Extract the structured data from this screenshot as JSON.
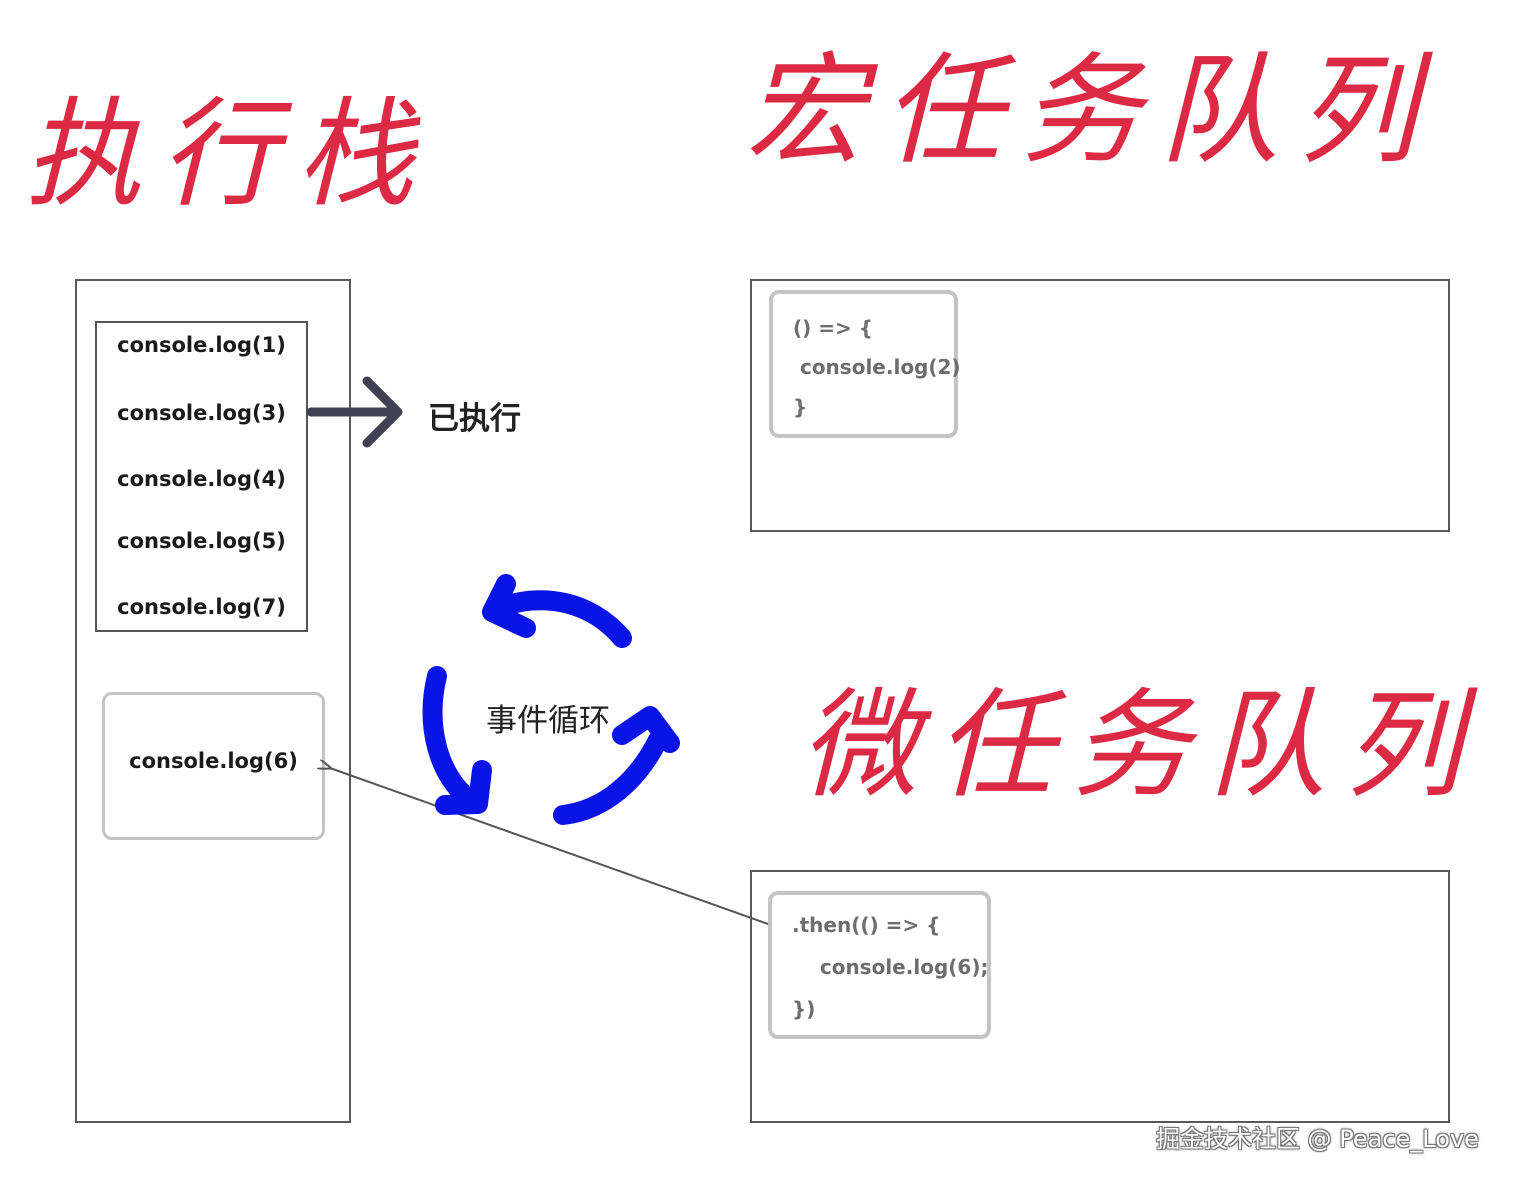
{
  "titles": {
    "stack": "执行栈",
    "macro": "宏任务队列",
    "micro": "微任务队列"
  },
  "stack": {
    "executed_items": [
      "console.log(1)",
      "console.log(3)",
      "console.log(4)",
      "console.log(5)",
      "console.log(7)"
    ],
    "pending_item": "console.log(6)"
  },
  "executed_label": "已执行",
  "event_loop_label": "事件循环",
  "macro_queue": {
    "card_lines": [
      "() => {",
      " console.log(2)",
      "}"
    ]
  },
  "micro_queue": {
    "card_lines": [
      ".then(() => {",
      "    console.log(6);",
      "})"
    ]
  },
  "watermark": "掘金技术社区 @ Peace_Love",
  "colors": {
    "title_red": "#dc2a44",
    "loop_blue": "#0a14e6",
    "arrow_dark": "#3f4152",
    "border_gray": "#595959",
    "card_border": "#c4c4c4"
  }
}
